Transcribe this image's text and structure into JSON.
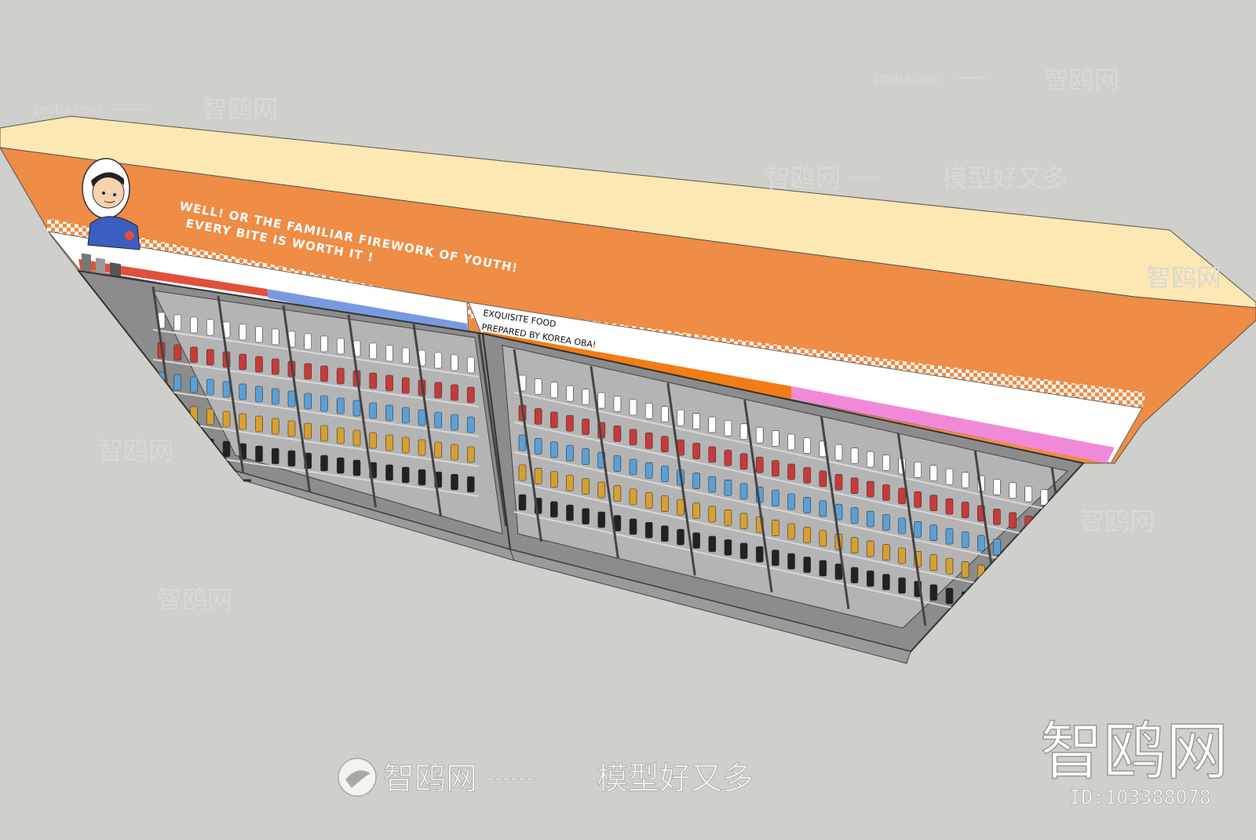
{
  "scene": {
    "slogan_line1": "WELL! OR THE FAMILIAR FIREWORK OF YOUTH!",
    "slogan_line2": "EVERY BITE IS WORTH IT !",
    "sign_line1": "EXQUISITE FOOD",
    "sign_line2": "PREPARED BY KOREA OBA!"
  },
  "watermarks": {
    "site": "1miba.com",
    "brand": "智鸥网",
    "tagline": "模型好又多",
    "dashes": "------",
    "model_id": "ID:103388078"
  },
  "colors": {
    "background": "#cfcfcb",
    "header_front": "#ef8c45",
    "header_top": "#fde8b4",
    "stripe_red": "#e0503a",
    "stripe_blue": "#7a9ae0",
    "stripe_orange": "#f27d14",
    "stripe_pink": "#f08ad8",
    "cabinet_frame": "#6a6a6a",
    "glass": "#aeaeae"
  },
  "icons": [
    "mascot-icon",
    "brand-logo-icon"
  ]
}
